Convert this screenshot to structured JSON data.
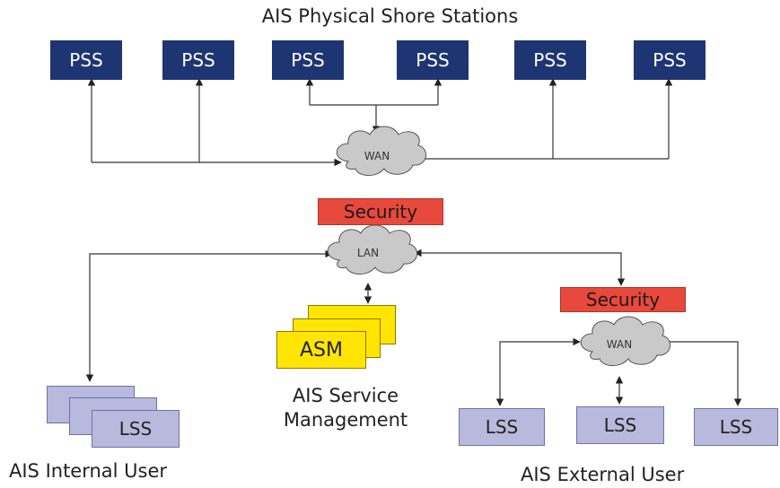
{
  "title": "AIS Physical Shore Stations",
  "pss_label": "PSS",
  "wan_label": "WAN",
  "lan_label": "LAN",
  "security_label": "Security",
  "asm_label": "ASM",
  "lss_label": "LSS",
  "service_caption_line1": "AIS Service",
  "service_caption_line2": "Management",
  "internal_caption": "AIS Internal User",
  "external_caption": "AIS External User",
  "colors": {
    "pss": "#1e3573",
    "security": "#e8493c",
    "lss": "#b8b9dc",
    "asm": "#ffe500",
    "cloud": "#c9c9c9"
  }
}
